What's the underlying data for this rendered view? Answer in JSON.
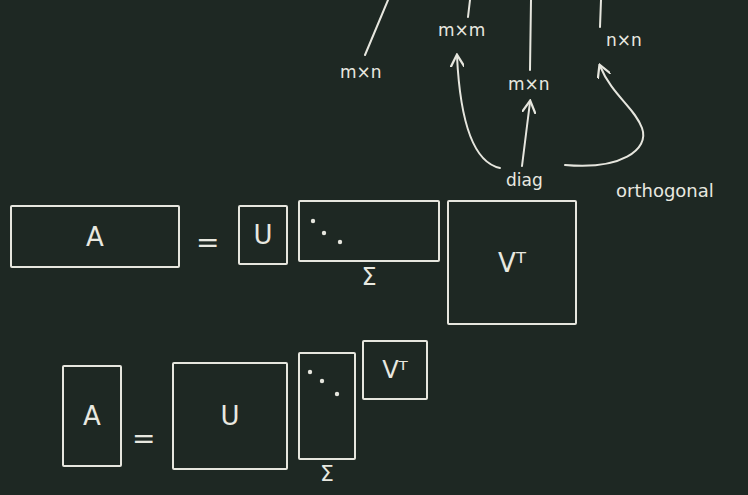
{
  "diagram": {
    "nodes": [
      {
        "text": [
          "A"
        ]
      },
      {
        "text": [
          "U"
        ]
      },
      {
        "text": [
          "Σ"
        ]
      },
      {
        "text": [
          "Vᵀ"
        ]
      },
      {
        "text": [
          "A"
        ]
      },
      {
        "text": [
          "U"
        ]
      },
      {
        "text": [
          "Σ"
        ]
      },
      {
        "text": [
          "Vᵀ"
        ]
      }
    ],
    "labels": [
      "m×m",
      "n×n",
      "m×n",
      "m×n",
      "diag",
      "orthogonal",
      "=",
      "="
    ]
  }
}
